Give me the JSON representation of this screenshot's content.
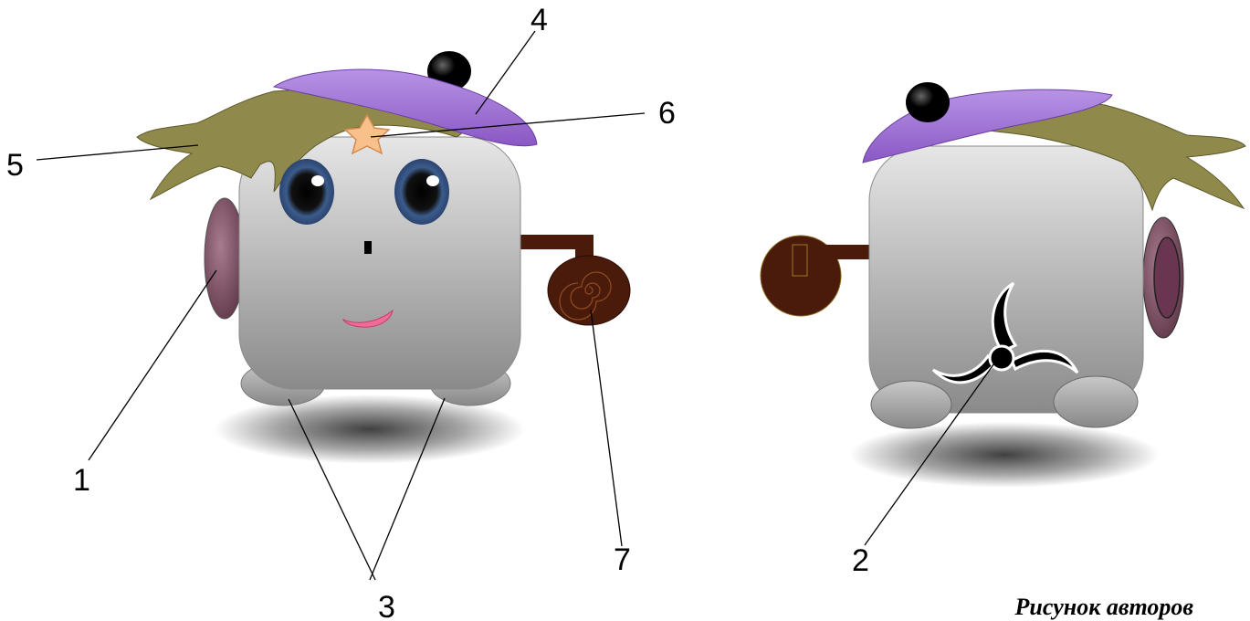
{
  "callouts": {
    "c1": "1",
    "c2": "2",
    "c3": "3",
    "c4": "4",
    "c5": "5",
    "c6": "6",
    "c7": "7"
  },
  "credit": "Рисунок авторов",
  "colors": {
    "body_light": "#e4e4e4",
    "body_dark": "#8c8c8c",
    "beret": "#9d6fd0",
    "hair": "#8f8a4c",
    "ear": "#8a5a72",
    "eye_iris": "#3b5b8a",
    "mouth": "#f06a9a",
    "star": "#f8c08a",
    "wheel": "#4a1a0a",
    "pinwheel": "#000000"
  }
}
